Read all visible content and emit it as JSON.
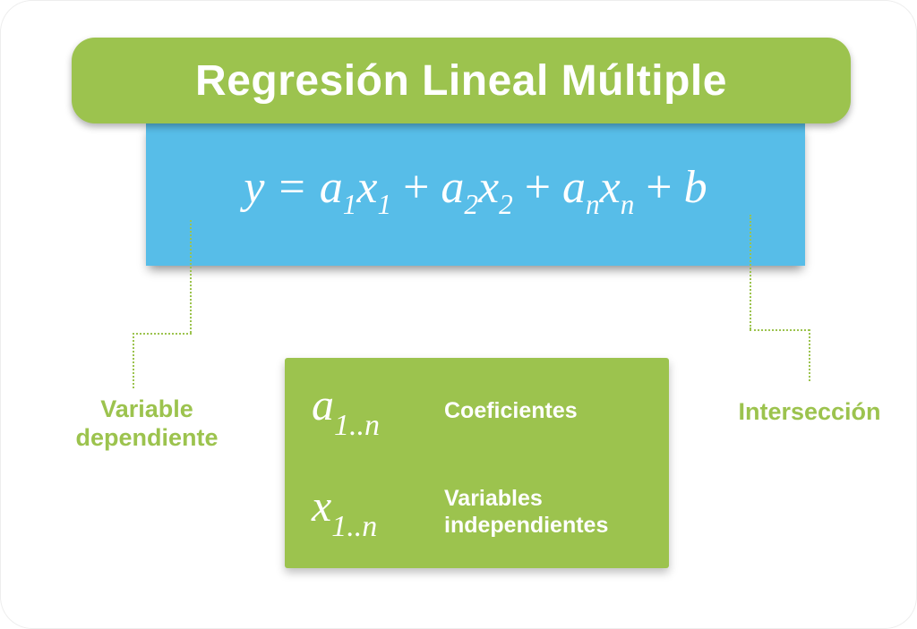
{
  "colors": {
    "green": "#9cc34e",
    "blue": "#57bde8",
    "text_on_panels": "#ffffff"
  },
  "header": {
    "title": "Regresión Lineal Múltiple"
  },
  "formula": {
    "lhs": "y",
    "equals": "=",
    "plus": "+",
    "terms": [
      {
        "coef_base": "a",
        "coef_sub": "1",
        "var_base": "x",
        "var_sub": "1"
      },
      {
        "coef_base": "a",
        "coef_sub": "2",
        "var_base": "x",
        "var_sub": "2"
      },
      {
        "coef_base": "a",
        "coef_sub": "n",
        "var_base": "x",
        "var_sub": "n"
      }
    ],
    "intercept": "b"
  },
  "callouts": {
    "dependent": {
      "line1": "Variable",
      "line2": "dependiente"
    },
    "intercept": {
      "label": "Intersección"
    }
  },
  "legend": {
    "items": [
      {
        "symbol_base": "a",
        "symbol_sub": "1..n",
        "label": "Coeficientes"
      },
      {
        "symbol_base": "x",
        "symbol_sub": "1..n",
        "label": "Variables independientes"
      }
    ]
  }
}
